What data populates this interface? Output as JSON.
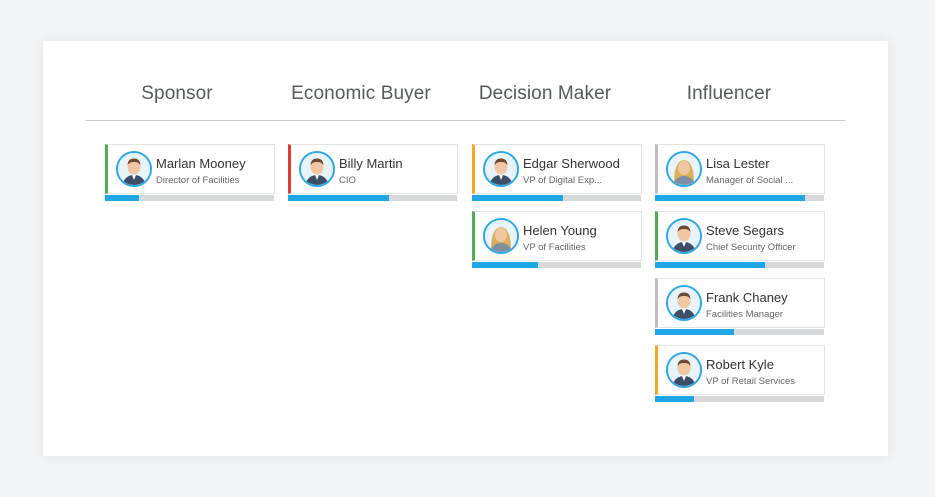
{
  "columns": [
    {
      "title": "Sponsor",
      "cards": [
        {
          "name": "Marlan Mooney",
          "role": "Director of Facilities",
          "accent": "#4caf50",
          "progress": 0.2,
          "avatar": "man-icon"
        }
      ]
    },
    {
      "title": "Economic Buyer",
      "cards": [
        {
          "name": "Billy Martin",
          "role": "CIO",
          "accent": "#e53935",
          "progress": 0.6,
          "avatar": "man-icon"
        }
      ]
    },
    {
      "title": "Decision Maker",
      "cards": [
        {
          "name": "Edgar Sherwood",
          "role": "VP of Digital Exp...",
          "accent": "#f5a623",
          "progress": 0.54,
          "avatar": "man-icon"
        },
        {
          "name": "Helen Young",
          "role": "VP of Facilities",
          "accent": "#4caf50",
          "progress": 0.39,
          "avatar": "woman-icon"
        }
      ]
    },
    {
      "title": "Influencer",
      "cards": [
        {
          "name": "Lisa Lester",
          "role": "Manager of Social ...",
          "accent": "#bdbdbd",
          "progress": 0.89,
          "avatar": "woman-icon"
        },
        {
          "name": "Steve Segars",
          "role": "Chief Security Officer",
          "accent": "#4caf50",
          "progress": 0.65,
          "avatar": "man-icon"
        },
        {
          "name": "Frank Chaney",
          "role": "Facilities Manager",
          "accent": "#bdbdbd",
          "progress": 0.47,
          "avatar": "man-icon"
        },
        {
          "name": "Robert Kyle",
          "role": "VP of Retail Services",
          "accent": "#f5a623",
          "progress": 0.23,
          "avatar": "man-icon"
        }
      ]
    }
  ],
  "colors": {
    "progress": "#1ea6e6",
    "track": "#d7d8da",
    "avatar_ring": "#2aa8e8"
  }
}
